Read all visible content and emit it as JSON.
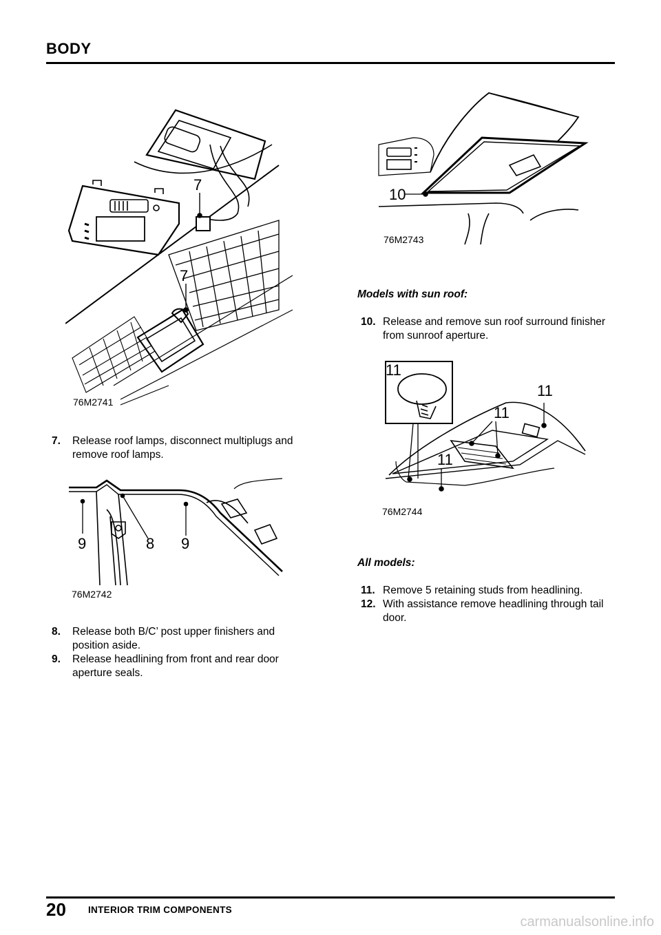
{
  "header": {
    "title": "BODY"
  },
  "figures": {
    "fig1": {
      "code": "76M2741",
      "callouts": [
        "7",
        "7"
      ]
    },
    "fig2": {
      "code": "76M2742",
      "callouts": [
        "9",
        "8",
        "9"
      ]
    },
    "fig3": {
      "code": "76M2743",
      "callouts": [
        "10"
      ]
    },
    "fig4": {
      "code": "76M2744",
      "callouts": [
        "11",
        "11",
        "11",
        "11"
      ]
    }
  },
  "steps": {
    "s7": {
      "num": "7.",
      "text": "Release roof lamps, disconnect multiplugs and remove roof lamps."
    },
    "s8": {
      "num": "8.",
      "text": "Release both  B/C’ post upper finishers and position aside."
    },
    "s9": {
      "num": "9.",
      "text": "Release headlining from front and rear door aperture seals."
    },
    "s10": {
      "num": "10.",
      "text": "Release and remove sun roof surround finisher from sunroof aperture."
    },
    "s11": {
      "num": "11.",
      "text": "Remove 5 retaining studs from headlining."
    },
    "s12": {
      "num": "12.",
      "text": "With assistance remove headlining through tail door."
    }
  },
  "subheadings": {
    "sunroof": "Models with sun roof:",
    "all": "All models:"
  },
  "footer": {
    "page_number": "20",
    "section": "INTERIOR TRIM COMPONENTS"
  },
  "watermark": "carmanualsonline.info"
}
